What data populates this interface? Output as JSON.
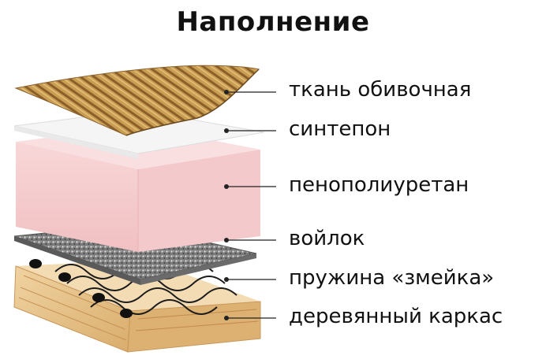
{
  "title": "Наполнение",
  "layers": [
    {
      "id": "fabric",
      "label": "ткань обивочная"
    },
    {
      "id": "sintepon",
      "label": "синтепон"
    },
    {
      "id": "foam",
      "label": "пенополиуретан"
    },
    {
      "id": "felt",
      "label": "войлок"
    },
    {
      "id": "spring",
      "label": "пружина «змейка»"
    },
    {
      "id": "frame",
      "label": "деревянный каркас"
    }
  ],
  "colors": {
    "fabric": "#c79a4c",
    "sintepon": "#f4f4f4",
    "foam": "#f6cfd0",
    "felt": "#8a8a8a",
    "spring": "#222222",
    "frame": "#e8c58e",
    "leader": "#222222"
  }
}
